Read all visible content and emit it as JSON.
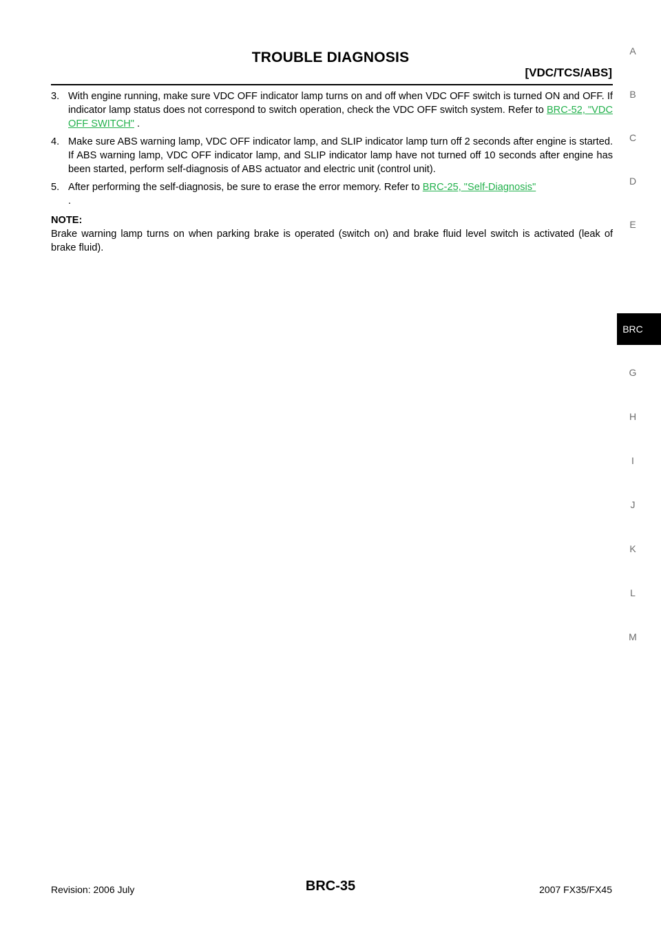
{
  "header": {
    "title": "TROUBLE DIAGNOSIS",
    "section": "[VDC/TCS/ABS]"
  },
  "steps": [
    {
      "number": "3.",
      "text_before": "With engine running, make sure VDC OFF indicator lamp turns on and off when VDC OFF switch is turned ON and OFF. If indicator lamp status does not correspond to switch operation, check the VDC OFF switch system. Refer to ",
      "link": "BRC-52, \"VDC OFF SWITCH\"",
      "text_after": " ."
    },
    {
      "number": "4.",
      "text": "Make sure ABS warning lamp, VDC OFF indicator lamp, and SLIP indicator lamp turn off 2 seconds after engine is started. If ABS warning lamp, VDC OFF indicator lamp, and SLIP indicator lamp have not turned off 10 seconds after engine has been started, perform self-diagnosis of ABS actuator and electric unit (control unit)."
    },
    {
      "number": "5.",
      "text_before": "After performing the self-diagnosis, be sure to erase the error memory. Refer to ",
      "link": "BRC-25, \"Self-Diagnosis\"",
      "text_after": "."
    }
  ],
  "note": {
    "label": "NOTE:",
    "text": "Brake warning lamp turns on when parking brake is operated (switch on) and brake fluid level switch is activated (leak of brake fluid)."
  },
  "side_index": {
    "letters": [
      "A",
      "B",
      "C",
      "D",
      "E",
      "BRC",
      "G",
      "H",
      "I",
      "J",
      "K",
      "L",
      "M"
    ],
    "active": "BRC"
  },
  "footer": {
    "revision": "Revision: 2006 July",
    "page": "BRC-35",
    "model": "2007 FX35/FX45"
  },
  "colors": {
    "link": "#22b14c",
    "active_tab_bg": "#000000",
    "index_letter": "#6b6b6b"
  }
}
